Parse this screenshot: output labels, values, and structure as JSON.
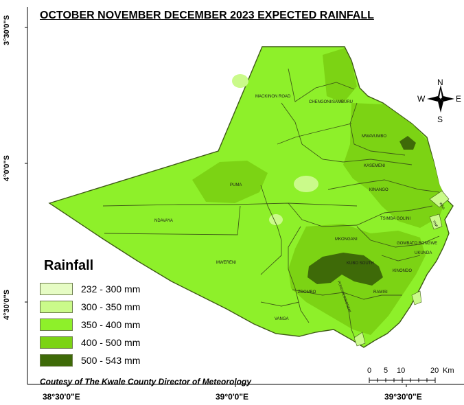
{
  "map": {
    "title": "OCTOBER NOVEMBER DECEMBER 2023 EXPECTED RAINFALL",
    "lat_labels": [
      "3°30'0\"S",
      "4°0'0\"S",
      "4°30'0\"S"
    ],
    "lon_labels": [
      "38°30'0\"E",
      "39°0'0\"E",
      "39°30'0\"E"
    ],
    "regions": [
      "MACKINON ROAD",
      "CHENGONI/SAMBURU",
      "MWAVUMBO",
      "KASEMENI",
      "KINANGO",
      "PUMA",
      "NDAVAYA",
      "TSIMBA GOLINI",
      "MKONGANI",
      "GOMBATO BONGWE",
      "UKUNDA",
      "KUBO SOUTH",
      "MWERENI",
      "KINONDO",
      "RAMISI",
      "ZDOMBO",
      "VANGA",
      "WAA",
      "TIWI",
      "PONGWE/KIKONENI"
    ]
  },
  "compass": {
    "n": "N",
    "s": "S",
    "e": "E",
    "w": "W"
  },
  "legend": {
    "title": "Rainfall",
    "items": [
      {
        "label": "232 - 300 mm",
        "color": "#e6fcc4"
      },
      {
        "label": "300 - 350 mm",
        "color": "#cafa8a"
      },
      {
        "label": "350 - 400 mm",
        "color": "#8ef02a"
      },
      {
        "label": "400 - 500 mm",
        "color": "#7cd314"
      },
      {
        "label": "500 - 543 mm",
        "color": "#3e6a08"
      }
    ]
  },
  "scale_bar": {
    "labels": [
      "0",
      "5",
      "10",
      "20"
    ],
    "unit": "Km"
  },
  "credit": "Coutesy of The Kwale County Director of Meteorology"
}
